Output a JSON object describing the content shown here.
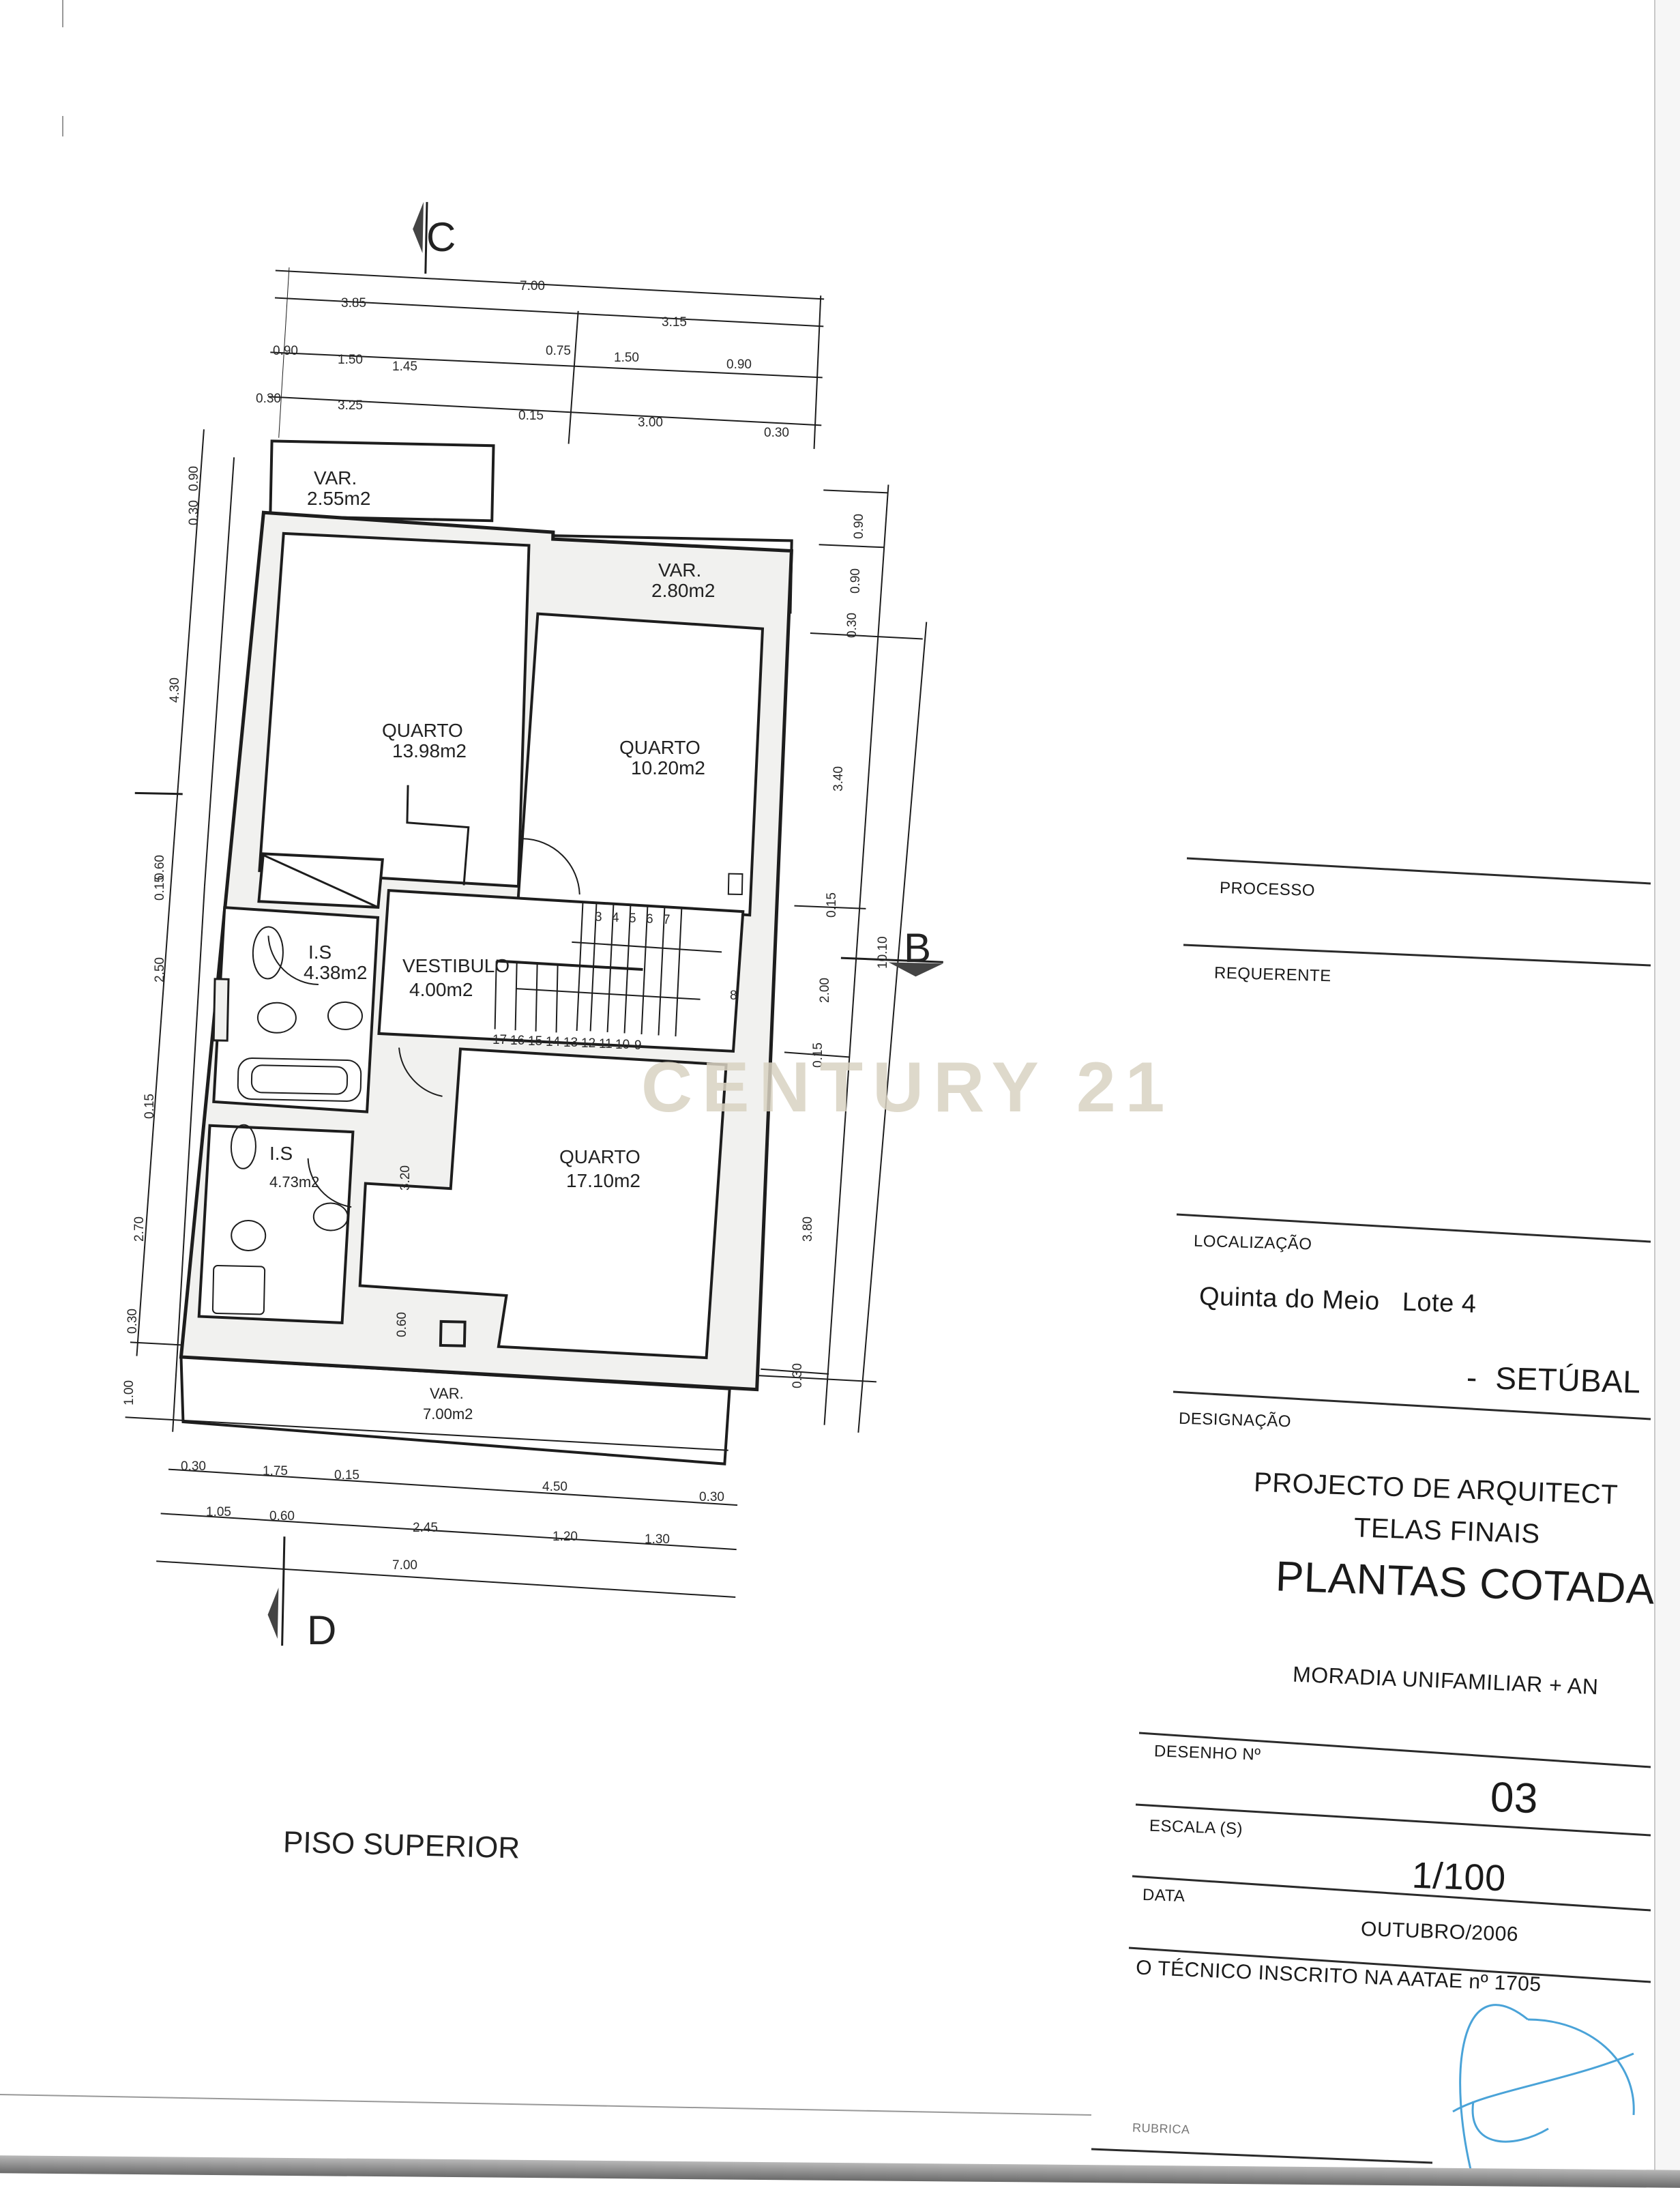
{
  "drawing": {
    "floor_label": "PISO SUPERIOR",
    "watermark": "CENTURY 21",
    "section_markers": [
      {
        "id": "C",
        "label": "C"
      },
      {
        "id": "B",
        "label": "B"
      },
      {
        "id": "D",
        "label": "D"
      }
    ],
    "rooms": [
      {
        "name": "VAR.",
        "area": "2.55m2"
      },
      {
        "name": "VAR.",
        "area": "2.80m2"
      },
      {
        "name": "QUARTO",
        "area": "13.98m2"
      },
      {
        "name": "QUARTO",
        "area": "10.20m2"
      },
      {
        "name": "I.S",
        "area": "4.38m2"
      },
      {
        "name": "VESTIBULO",
        "area": "4.00m2"
      },
      {
        "name": "QUARTO",
        "area": "17.10m2"
      },
      {
        "name": "I.S",
        "area": "4.73m2"
      },
      {
        "name": "VAR.",
        "area": "7.00m2"
      }
    ],
    "stair_steps_top": [
      "3",
      "4",
      "5",
      "6",
      "7"
    ],
    "stair_steps_bottom": [
      "17",
      "16",
      "15",
      "14",
      "13",
      "12",
      "11",
      "10",
      "9"
    ],
    "stair_step_side": "8",
    "dimensions": {
      "top_total": "7.00",
      "top_row2": [
        "3.85",
        "3.15"
      ],
      "top_row3": [
        "0.90",
        "1.50",
        "1.45",
        "0.75",
        "1.50",
        "0.90"
      ],
      "top_row4": [
        "0.30",
        "3.25",
        "0.15",
        "3.00",
        "0.30"
      ],
      "left_col": [
        "0.90",
        "0.30",
        "4.30",
        "0.15",
        "0.60",
        "2.50",
        "0.15",
        "2.70",
        "0.30",
        "1.00"
      ],
      "right_col_inner": [
        "0.90",
        "0.90",
        "0.30",
        "3.40",
        "0.15",
        "2.00",
        "0.15",
        "3.80",
        "0.30"
      ],
      "right_total": "10.10",
      "interior": [
        "3.20",
        "0.60"
      ],
      "bottom_row1": [
        "0.30",
        "1.75",
        "0.15",
        "4.50",
        "0.30"
      ],
      "bottom_row2": [
        "1.05",
        "0.60",
        "2.45",
        "1.20",
        "1.30"
      ],
      "bottom_total": "7.00"
    }
  },
  "title_block": {
    "processo_label": "PROCESSO",
    "requerente_label": "REQUERENTE",
    "localizacao_label": "LOCALIZAÇÃO",
    "localizacao_line1": "Quinta do Meio   Lote 4",
    "localizacao_line2": "-  SETÚBAL",
    "designacao_label": "DESIGNAÇÃO",
    "designacao_line1": "PROJECTO DE ARQUITECT",
    "designacao_line2": "TELAS FINAIS",
    "designacao_line3": "PLANTAS COTADA",
    "building_type": "MORADIA UNIFAMILIAR + AN",
    "desenho_label": "DESENHO Nº",
    "desenho_value": "03",
    "escala_label": "ESCALA (S)",
    "escala_value": "1/100",
    "data_label": "DATA",
    "data_value": "OUTUBRO/2006",
    "tecnico_label": "O TÉCNICO INSCRITO NA AATAE nº 1705",
    "rubrica_label": "RUBRICA"
  },
  "colors": {
    "ink": "#1d1d1d",
    "wall_fill": "#f1f1ef",
    "watermark": "#d9d3c2",
    "signature": "#4aa3d8"
  }
}
